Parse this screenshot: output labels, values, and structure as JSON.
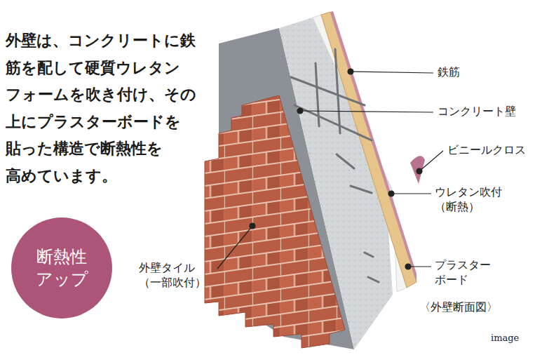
{
  "diagram": {
    "nodes": [
      {
        "text": [
          "断熱性 アップ"
        ]
      }
    ],
    "labels": [
      "外壁は、コンクリートに鉄 筋を配して硬質ウレタン フォームを吹き付け、その 上にプラスターボードを 貼った構造で断熱性を 高めています。",
      "鉄筋",
      "コンクリート壁",
      "ビニールクロス",
      "ウレタン吹付 （断熱）",
      "プラスター ボード",
      "外壁タイル （一部吹付）",
      "〈外壁断面図〉",
      "image"
    ]
  }
}
